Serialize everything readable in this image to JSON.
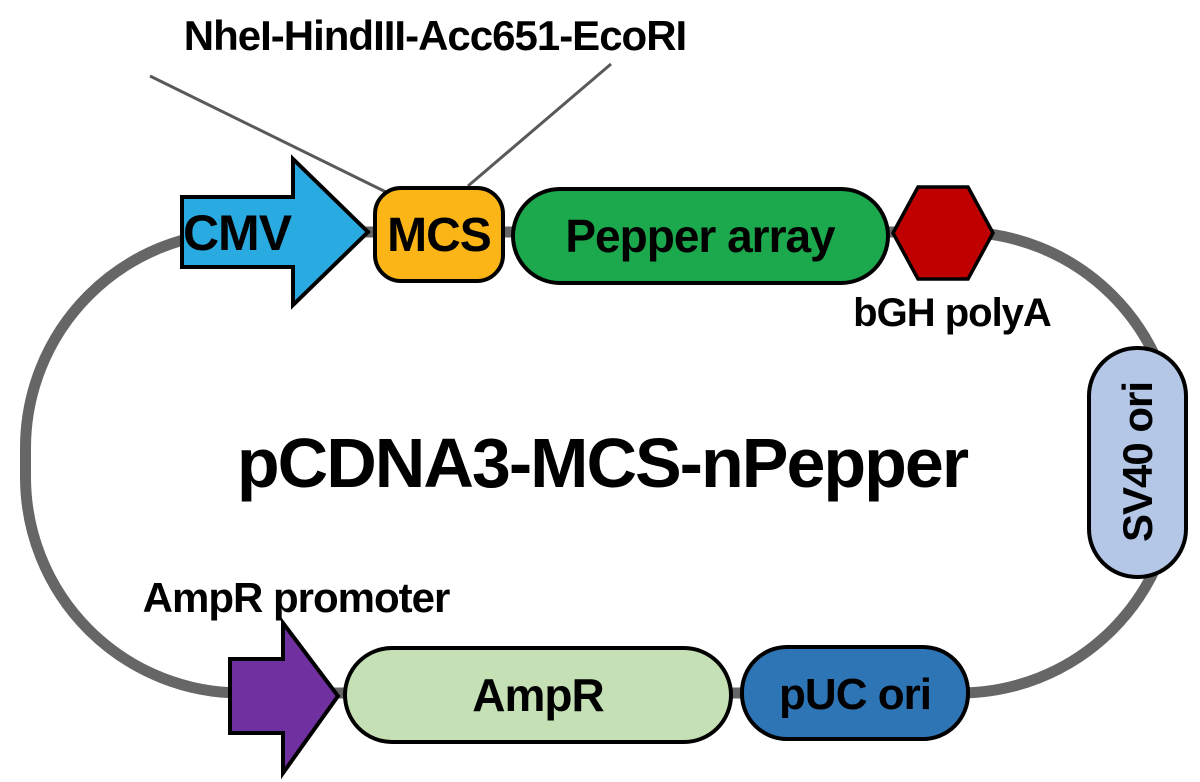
{
  "diagram": {
    "title": "pCDNA3-MCS-nPepper",
    "restriction_sites_label": "NheI-HindIII-Acc651-EcoRI",
    "features": {
      "cmv": "CMV",
      "mcs": "MCS",
      "pepper_array": "Pepper array",
      "bgh_polya": "bGH polyA",
      "sv40_ori": "SV40 ori",
      "ampr_promoter": "AmpR promoter",
      "ampr": "AmpR",
      "puc_ori": "pUC ori"
    },
    "colors": {
      "cmv_arrow": "#29ABE2",
      "mcs_box": "#FBB516",
      "pepper_array": "#1CA84C",
      "bgh_polya": "#C00000",
      "sv40_ori": "#B4C7E7",
      "ampr_promoter": "#7030A0",
      "ampr": "#C5E0B4",
      "puc_ori": "#2E75B6",
      "backbone": "#666666",
      "callout_line": "#595959",
      "outline": "#000000"
    }
  }
}
